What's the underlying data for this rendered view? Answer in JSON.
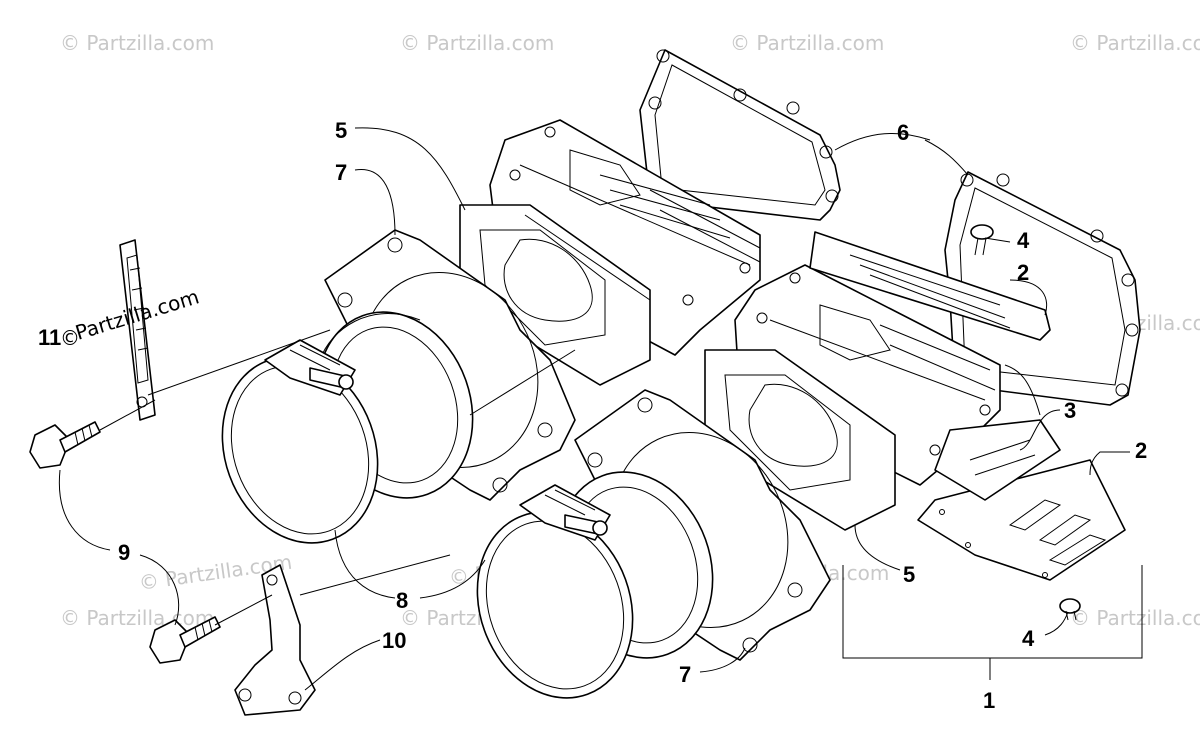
{
  "watermark": {
    "text": "© Partzilla.com",
    "prominent_text": "Partzilla.com",
    "prominent_symbol": "©"
  },
  "callouts": {
    "c1": "1",
    "c2a": "2",
    "c2b": "2",
    "c3": "3",
    "c4a": "4",
    "c4b": "4",
    "c5a": "5",
    "c5b": "5",
    "c6": "6",
    "c7a": "7",
    "c7b": "7",
    "c8": "8",
    "c9": "9",
    "c10": "10",
    "c11": "11"
  },
  "colors": {
    "line": "#000000",
    "watermark": "#c8c8c8",
    "background": "#ffffff"
  }
}
